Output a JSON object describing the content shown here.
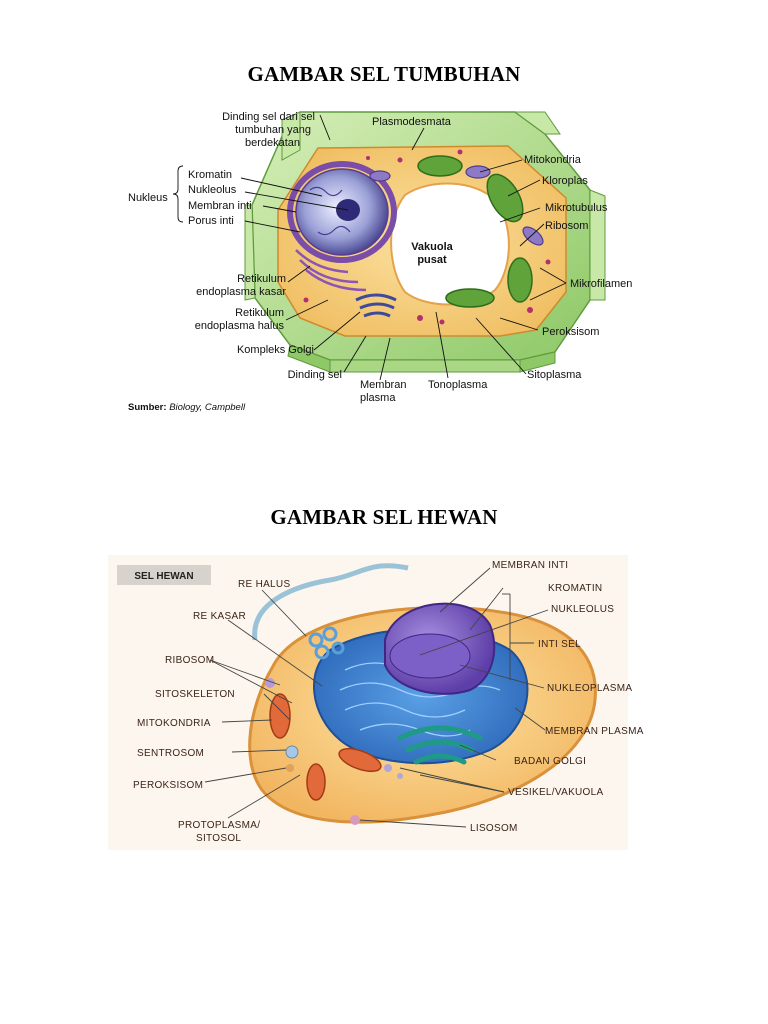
{
  "plant_title": "GAMBAR SEL TUMBUHAN",
  "animal_title": "GAMBAR SEL HEWAN",
  "plant_labels": {
    "dinding_tetangga": [
      "Dinding sel dari sel",
      "tumbuhan yang",
      "berdekatan"
    ],
    "plasmodesmata": "Plasmodesmata",
    "mitokondria": "Mitokondria",
    "kloroplas": "Kloroplas",
    "mikrotubulus": "Mikrotubulus",
    "ribosom": "Ribosom",
    "mikrofilamen": "Mikrofilamen",
    "peroksisom": "Peroksisom",
    "sitoplasma": "Sitoplasma",
    "tonoplasma": "Tonoplasma",
    "membran_plasma": [
      "Membran",
      "plasma"
    ],
    "dinding_sel": "Dinding sel",
    "kompleks_golgi": "Kompleks Golgi",
    "re_halus": [
      "Retikulum",
      "endoplasma halus"
    ],
    "re_kasar": [
      "Retikulum",
      "endoplasma kasar"
    ],
    "nukleus": "Nukleus",
    "kromatin": "Kromatin",
    "nukleolus": "Nukleolus",
    "membran_inti": "Membran inti",
    "porus_inti": "Porus inti",
    "vakuola": [
      "Vakuola",
      "pusat"
    ]
  },
  "plant_source": {
    "prefix": "Sumber:",
    "text": "Biology, Campbell"
  },
  "animal_box_label": "SEL HEWAN",
  "animal_labels": {
    "re_halus": "RE HALUS",
    "re_kasar": "RE KASAR",
    "ribosom": "RIBOSOM",
    "sitoskeleton": "SITOSKELETON",
    "mitokondria": "MITOKONDRIA",
    "sentrosom": "SENTROSOM",
    "peroksisom": "PEROKSISOM",
    "protoplasma": [
      "PROTOPLASMA/",
      "SITOSOL"
    ],
    "membran_inti": "MEMBRAN INTI",
    "kromatin": "KROMATIN",
    "nukleolus": "NUKLEOLUS",
    "inti_sel": "INTI SEL",
    "nukleoplasma": "NUKLEOPLASMA",
    "membran_plasma": "MEMBRAN PLASMA",
    "badan_golgi": "BADAN GOLGI",
    "vesikel": "VESIKEL/VAKUOLA",
    "lisosom": "LISOSOM"
  }
}
